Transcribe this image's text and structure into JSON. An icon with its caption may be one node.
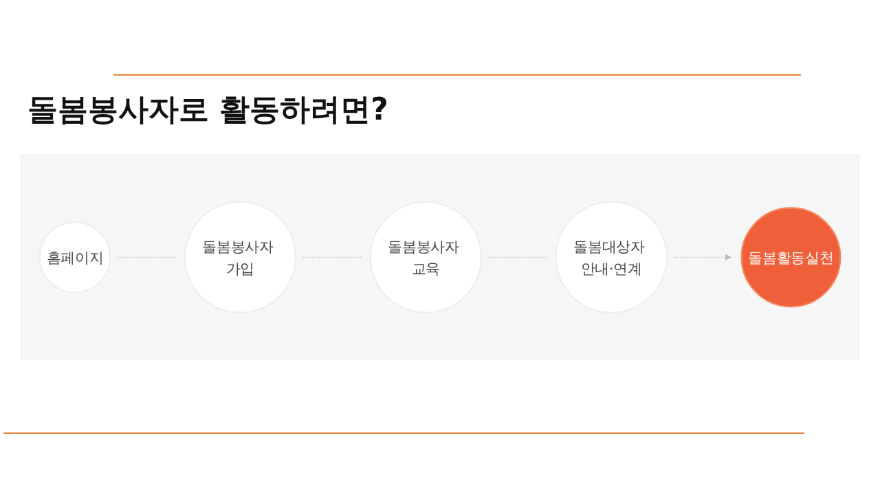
{
  "diagram": {
    "title": "돌봄봉사자로 활동하려면?",
    "nodes": [
      {
        "text": [
          "홈페이지"
        ]
      },
      {
        "text": [
          "돌봄봉사자 가입"
        ]
      },
      {
        "text": [
          "돌봄봉사자 교육"
        ]
      },
      {
        "text": [
          "돌봄대상자 안내·연계"
        ]
      },
      {
        "text": [
          "돌봄활동실천"
        ]
      }
    ],
    "edges": [
      {
        "from": 0,
        "to": 1,
        "arrow": "none",
        "style": "dashed"
      },
      {
        "from": 1,
        "to": 2,
        "arrow": "none",
        "style": "dashed"
      },
      {
        "from": 2,
        "to": 3,
        "arrow": "none",
        "style": "dashed"
      },
      {
        "from": 3,
        "to": 4,
        "arrow": "to",
        "style": "dashed"
      }
    ]
  }
}
